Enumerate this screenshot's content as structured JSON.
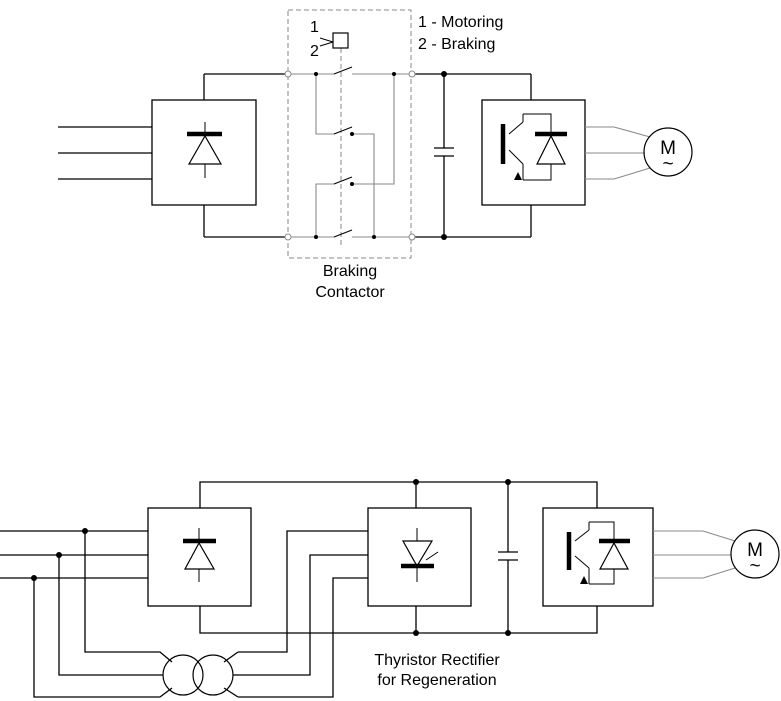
{
  "diagram_top": {
    "legend_line_1": "1 - Motoring",
    "legend_line_2": "2 - Braking",
    "switch_num_1": "1",
    "switch_num_2": "2",
    "contactor_label_line_1": "Braking",
    "contactor_label_line_2": "Contactor",
    "motor_label": "M",
    "motor_tilde": "~"
  },
  "diagram_bottom": {
    "regen_label_line_1": "Thyristor Rectifier",
    "regen_label_line_2": "for Regeneration",
    "motor_label": "M",
    "motor_tilde": "~"
  }
}
